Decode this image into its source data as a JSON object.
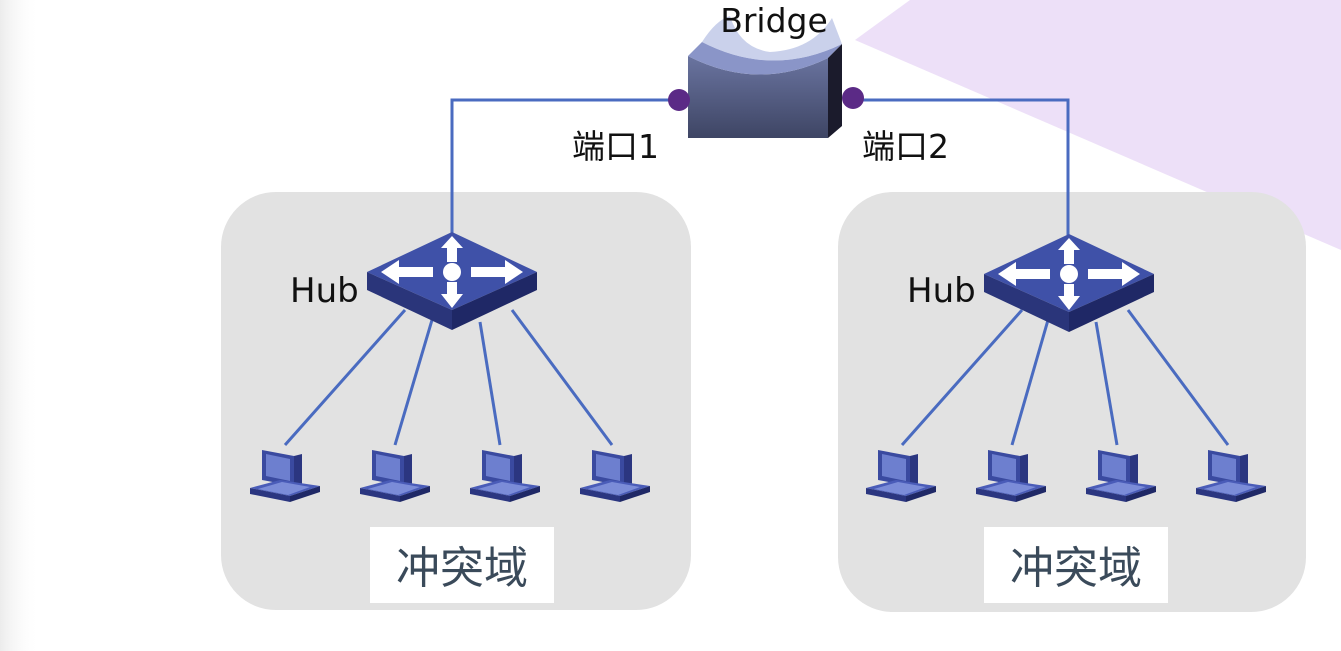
{
  "bridge": {
    "label": "Bridge"
  },
  "ports": [
    {
      "label": "端口1"
    },
    {
      "label": "端口2"
    }
  ],
  "segments": [
    {
      "hub_label": "Hub",
      "domain_label": "冲突域",
      "host_count": 4
    },
    {
      "hub_label": "Hub",
      "domain_label": "冲突域",
      "host_count": 4
    }
  ],
  "colors": {
    "link": "#4a6bc0",
    "port_dot": "#5b2a86",
    "domain_bg": "#e2e2e2",
    "hub_top": "#3f51a8",
    "hub_side": "#2a357a",
    "bridge_face": "#4d5474",
    "bridge_top": "#8a95c8",
    "accent_tint": "#e8d8f6"
  }
}
